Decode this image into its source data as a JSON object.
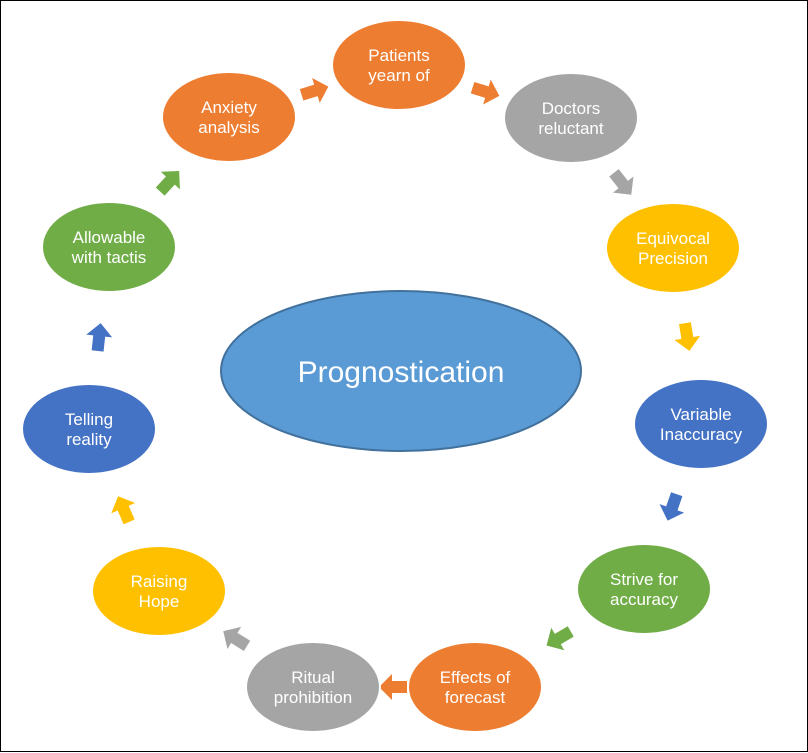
{
  "diagram": {
    "center": {
      "label": "Prognostication",
      "color": "#5b9bd5"
    },
    "colors": {
      "orange": "#ed7d31",
      "gray": "#a5a5a5",
      "yellow": "#ffc000",
      "blue": "#4472c4",
      "green": "#70ad47"
    },
    "nodes": [
      {
        "id": "patients-yearn-of",
        "lines": [
          "Patients",
          "yearn of"
        ],
        "color": "orange"
      },
      {
        "id": "doctors-reluctant",
        "lines": [
          "Doctors",
          "reluctant"
        ],
        "color": "gray"
      },
      {
        "id": "equivocal-precision",
        "lines": [
          "Equivocal",
          "Precision"
        ],
        "color": "yellow"
      },
      {
        "id": "variable-inaccuracy",
        "lines": [
          "Variable",
          "Inaccuracy"
        ],
        "color": "blue"
      },
      {
        "id": "strive-for-accuracy",
        "lines": [
          "Strive for",
          "accuracy"
        ],
        "color": "green"
      },
      {
        "id": "effects-of-forecast",
        "lines": [
          "Effects of",
          "forecast"
        ],
        "color": "orange"
      },
      {
        "id": "ritual-prohibition",
        "lines": [
          "Ritual",
          "prohibition"
        ],
        "color": "gray"
      },
      {
        "id": "raising-hope",
        "lines": [
          "Raising",
          "Hope"
        ],
        "color": "yellow"
      },
      {
        "id": "telling-reality",
        "lines": [
          "Telling",
          "reality"
        ],
        "color": "blue"
      },
      {
        "id": "allowable-with-tactis",
        "lines": [
          "Allowable",
          "with tactis"
        ],
        "color": "green"
      },
      {
        "id": "anxiety-analysis",
        "lines": [
          "Anxiety",
          "analysis"
        ],
        "color": "orange"
      }
    ],
    "arrows": [
      {
        "from": "patients-yearn-of",
        "to": "doctors-reluctant",
        "color": "orange"
      },
      {
        "from": "doctors-reluctant",
        "to": "equivocal-precision",
        "color": "gray"
      },
      {
        "from": "equivocal-precision",
        "to": "variable-inaccuracy",
        "color": "yellow"
      },
      {
        "from": "variable-inaccuracy",
        "to": "strive-for-accuracy",
        "color": "blue"
      },
      {
        "from": "strive-for-accuracy",
        "to": "effects-of-forecast",
        "color": "green"
      },
      {
        "from": "effects-of-forecast",
        "to": "ritual-prohibition",
        "color": "orange"
      },
      {
        "from": "ritual-prohibition",
        "to": "raising-hope",
        "color": "gray"
      },
      {
        "from": "raising-hope",
        "to": "telling-reality",
        "color": "yellow"
      },
      {
        "from": "telling-reality",
        "to": "allowable-with-tactis",
        "color": "blue"
      },
      {
        "from": "allowable-with-tactis",
        "to": "anxiety-analysis",
        "color": "green"
      },
      {
        "from": "anxiety-analysis",
        "to": "patients-yearn-of",
        "color": "orange"
      }
    ]
  }
}
